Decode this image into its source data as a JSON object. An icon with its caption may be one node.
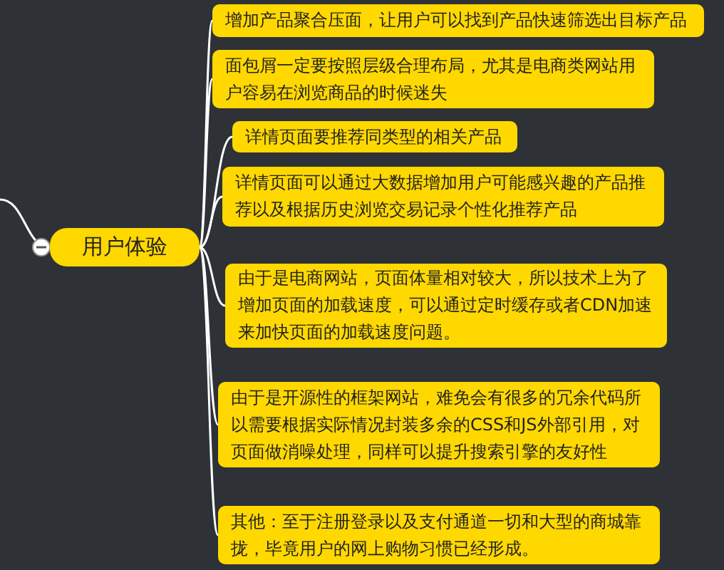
{
  "diagram": {
    "nodes": [
      {
        "text": [
          "用户体验"
        ]
      },
      {
        "text": [
          "增加产品聚合压面，让用户可以找到产品快速筛选出目标产品"
        ]
      },
      {
        "text": [
          "面包屑一定要按照层级合理布局，尤其是电商类网站用户容易在浏览商品的时候迷失"
        ]
      },
      {
        "text": [
          "详情页面要推荐同类型的相关产品"
        ]
      },
      {
        "text": [
          "详情页面可以通过大数据增加用户可能感兴趣的产品推荐以及根据历史浏览交易记录个性化推荐产品"
        ]
      },
      {
        "text": [
          "由于是电商网站，页面体量相对较大，所以技术上为了增加页面的加载速度，可以通过定时缓存或者CDN加速来加快页面的加载速度问题。"
        ]
      },
      {
        "text": [
          "由于是开源性的框架网站，难免会有很多的冗余代码所以需要根据实际情况封装多余的CSS和JS外部引用，对页面做消噪处理，同样可以提升搜索引擎的友好性"
        ]
      },
      {
        "text": [
          "其他：至于注册登录以及支付通道一切和大型的商城靠拢，毕竟用户的网上购物习惯已经形成。"
        ]
      }
    ],
    "edges": [
      {
        "from": null,
        "to": 0,
        "arrow": "other"
      },
      {
        "from": 0,
        "to": 1,
        "arrow": "none"
      },
      {
        "from": 0,
        "to": 2,
        "arrow": "none"
      },
      {
        "from": 0,
        "to": 3,
        "arrow": "none"
      },
      {
        "from": 0,
        "to": 4,
        "arrow": "none"
      },
      {
        "from": 0,
        "to": 5,
        "arrow": "none"
      },
      {
        "from": 0,
        "to": 6,
        "arrow": "none"
      },
      {
        "from": 0,
        "to": 7,
        "arrow": "none"
      }
    ]
  }
}
